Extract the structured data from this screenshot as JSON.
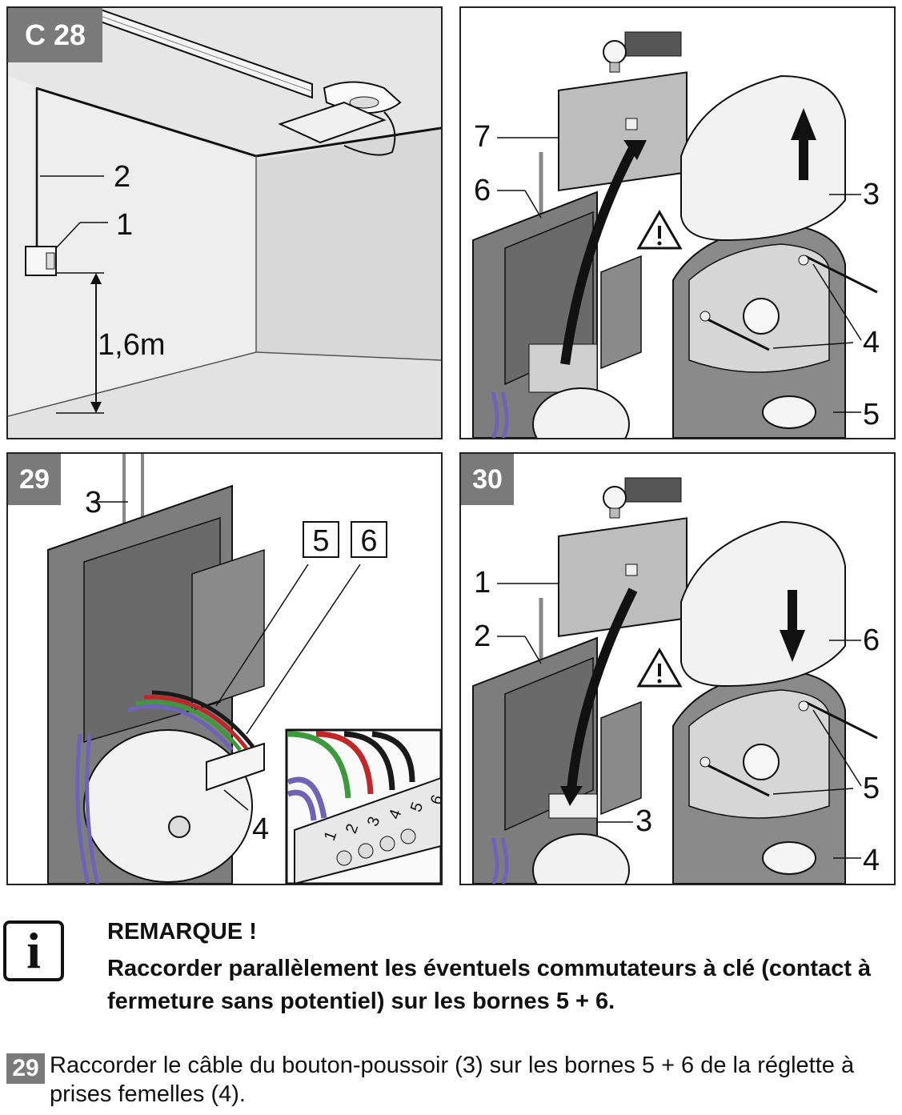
{
  "panels": {
    "c28": {
      "badge": "C 28",
      "labels": {
        "l2": "2",
        "l1": "1",
        "height": "1,6m"
      }
    },
    "remove": {
      "labels": {
        "l7": "7",
        "l6": "6",
        "l3": "3",
        "l4": "4",
        "l5": "5"
      }
    },
    "p29": {
      "badge": "29",
      "labels": {
        "l3": "3",
        "box5": "5",
        "box6": "6",
        "l4": "4"
      },
      "terminal_numbers": [
        "1",
        "2",
        "3",
        "4",
        "5",
        "6"
      ]
    },
    "p30": {
      "badge": "30",
      "labels": {
        "l1": "1",
        "l2": "2",
        "l6": "6",
        "l3": "3",
        "l5": "5",
        "l4": "4"
      }
    }
  },
  "note": {
    "icon": "info-icon",
    "icon_glyph": "i",
    "title": "REMARQUE !",
    "body": "Raccorder parallèlement les éventuels commutateurs à clé (contact à fermeture sans potentiel) sur les bornes 5 + 6."
  },
  "step": {
    "number": "29",
    "text": "Raccorder le câble du bouton-poussoir (3) sur les bornes 5 + 6 de la réglette à prises femelles (4)."
  },
  "colors": {
    "badge": "#7a7a7a",
    "wire_purple": "#6f63b8",
    "wire_green": "#3c9a3c",
    "wire_red": "#c02828",
    "wire_black": "#1a1a1a"
  }
}
